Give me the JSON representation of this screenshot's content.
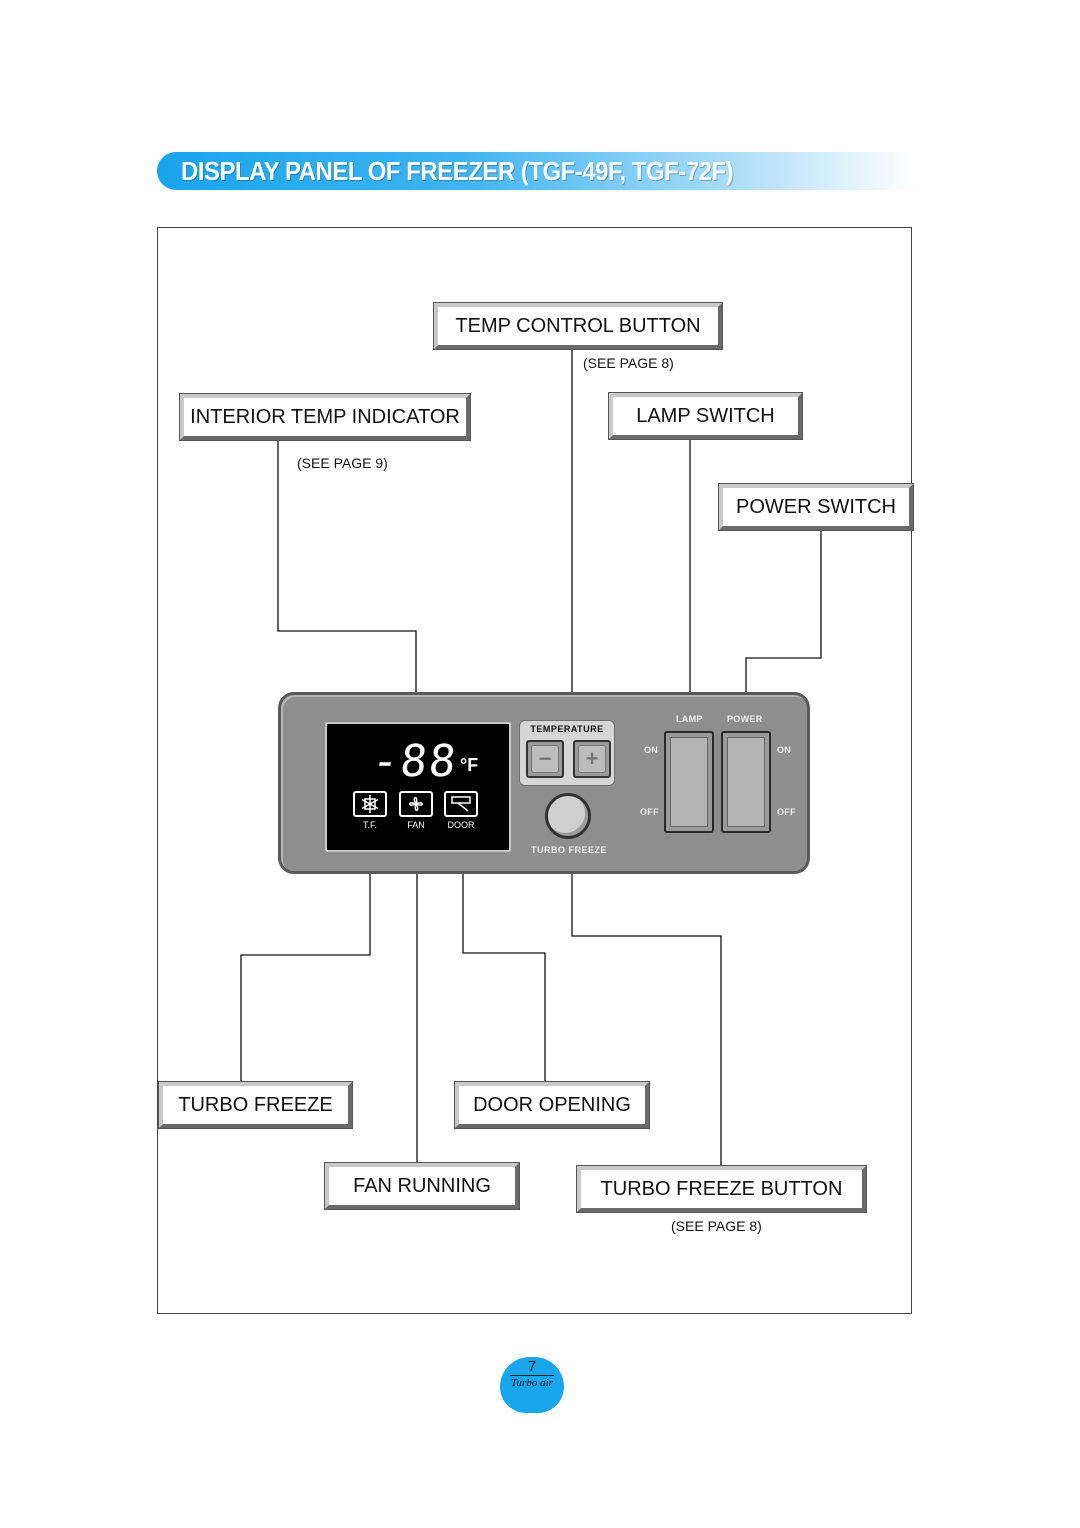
{
  "title": {
    "main": "DISPLAY  PANEL  OF  FREEZER",
    "models": "(TGF-49F,  TGF-72F)"
  },
  "labels": {
    "temp_control": "TEMP CONTROL BUTTON",
    "temp_control_ref": "(SEE PAGE 8)",
    "interior_temp": "INTERIOR TEMP INDICATOR",
    "interior_temp_ref": "(SEE PAGE 9)",
    "lamp_switch": "LAMP SWITCH",
    "power_switch": "POWER SWITCH",
    "turbo_freeze": "TURBO FREEZE",
    "door_opening": "DOOR OPENING",
    "fan_running": "FAN RUNNING",
    "turbo_freeze_button": "TURBO FREEZE BUTTON",
    "turbo_freeze_button_ref": "(SEE PAGE 8)"
  },
  "panel": {
    "display_value": "-88",
    "display_unit": "°F",
    "indicators": [
      "T.F.",
      "FAN",
      "DOOR"
    ],
    "temperature_label": "TEMPERATURE",
    "turbo_freeze_label": "TURBO FREEZE",
    "lamp_label": "LAMP",
    "power_label": "POWER",
    "on_label": "ON",
    "off_label": "OFF"
  },
  "footer": {
    "page_number": "7",
    "brand": "Turbo air"
  }
}
